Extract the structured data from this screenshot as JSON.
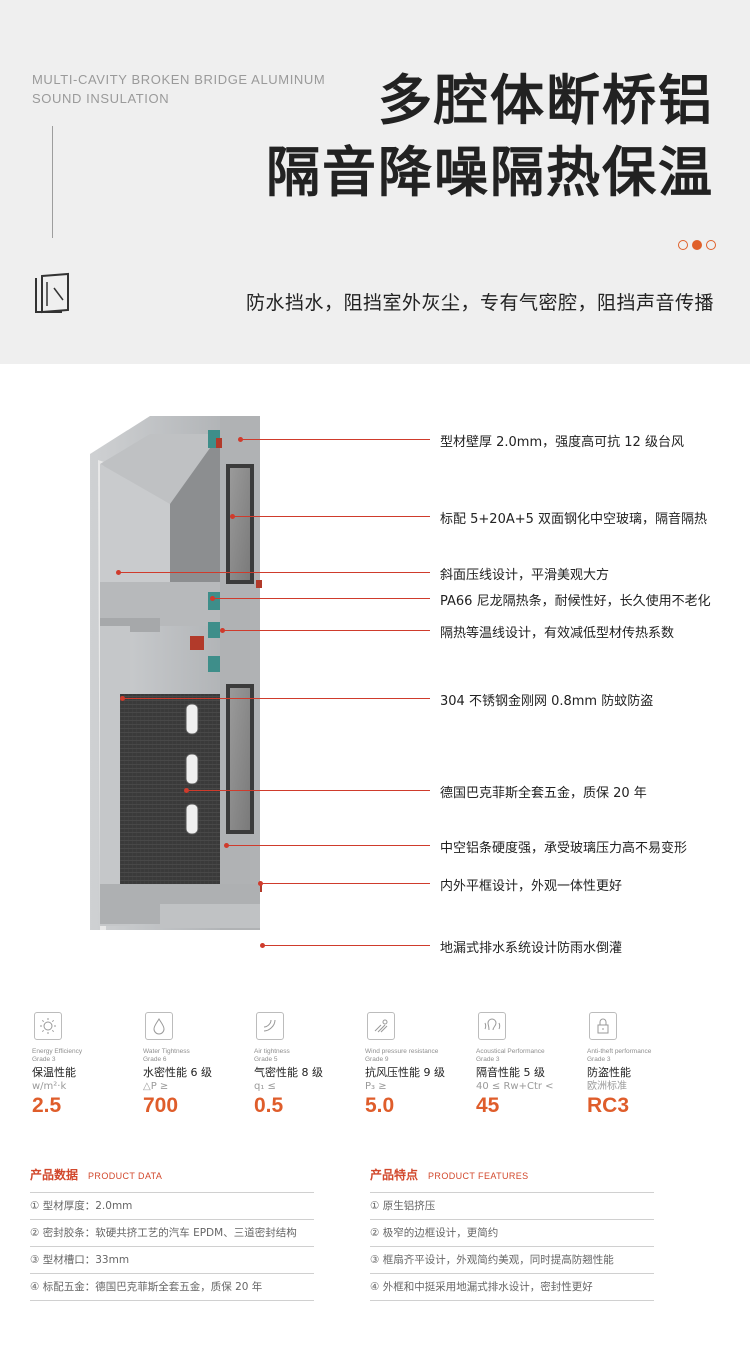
{
  "header": {
    "en_line1": "MULTI-CAVITY BROKEN BRIDGE ALUMINUM",
    "en_line2": "SOUND INSULATION",
    "title_line1": "多腔体断桥铝",
    "title_line2": "隔音降噪隔热保温",
    "tagline": "防水挡水，阻挡室外灰尘，专有气密腔，阻挡声音传播",
    "accent_color": "#e0602a",
    "icon": "window-frame-icon"
  },
  "callouts": [
    "型材壁厚 2.0mm，强度高可抗 12 级台风",
    "标配 5+20A+5 双面钢化中空玻璃，隔音隔热",
    "斜面压线设计，平滑美观大方",
    "PA66 尼龙隔热条，耐候性好，长久使用不老化",
    "隔热等温线设计，有效减低型材传热系数",
    "304 不锈钢金刚网 0.8mm 防蚊防盗",
    "德国巴克菲斯全套五金，质保 20 年",
    "中空铝条硬度强，承受玻璃压力高不易变形",
    "内外平框设计，外观一体性更好",
    "地漏式排水系统设计防雨水倒灌"
  ],
  "performance": [
    {
      "icon": "sun-icon",
      "en": "Energy Efficiency",
      "grade": "Grade 3",
      "cn": "保温性能",
      "unit": "w/m²·k",
      "value": "2.5"
    },
    {
      "icon": "water-drop-icon",
      "en": "Water Tightness",
      "grade": "Grade 6",
      "cn": "水密性能 6 级",
      "unit": "△P ≥",
      "value": "700"
    },
    {
      "icon": "air-flow-icon",
      "en": "Air tightness",
      "grade": "Grade 5",
      "cn": "气密性能 8 级",
      "unit": "q₁ ≤",
      "value": "0.5"
    },
    {
      "icon": "wind-pressure-icon",
      "en": "Wind pressure resistance",
      "grade": "Grade 9",
      "cn": "抗风压性能 9 级",
      "unit": "P₃ ≥",
      "value": "5.0"
    },
    {
      "icon": "ear-sound-icon",
      "en": "Acoustical Performance",
      "grade": "Grade 3",
      "cn": "隔音性能 5 级",
      "unit": "40 ≤ Rw+Ctr <",
      "value": "45"
    },
    {
      "icon": "lock-icon",
      "en": "Anti-theft performance",
      "grade": "Grade 3",
      "cn": "防盗性能",
      "unit": "欧洲标准",
      "value": "RC3"
    }
  ],
  "product_data": {
    "title": "产品数据",
    "title_en": "PRODUCT DATA",
    "rows": [
      "① 型材厚度：2.0mm",
      "② 密封胶条：软硬共挤工艺的汽车 EPDM、三道密封结构",
      "③ 型材槽口：33mm",
      "④ 标配五金：德国巴克菲斯全套五金，质保 20 年"
    ]
  },
  "product_features": {
    "title": "产品特点",
    "title_en": "PRODUCT FEATURES",
    "rows": [
      "① 原生铝挤压",
      "② 极窄的边框设计，更简约",
      "③ 框扇齐平设计，外观简约美观，同时提高防翘性能",
      "④ 外框和中挺采用地漏式排水设计，密封性更好"
    ]
  }
}
